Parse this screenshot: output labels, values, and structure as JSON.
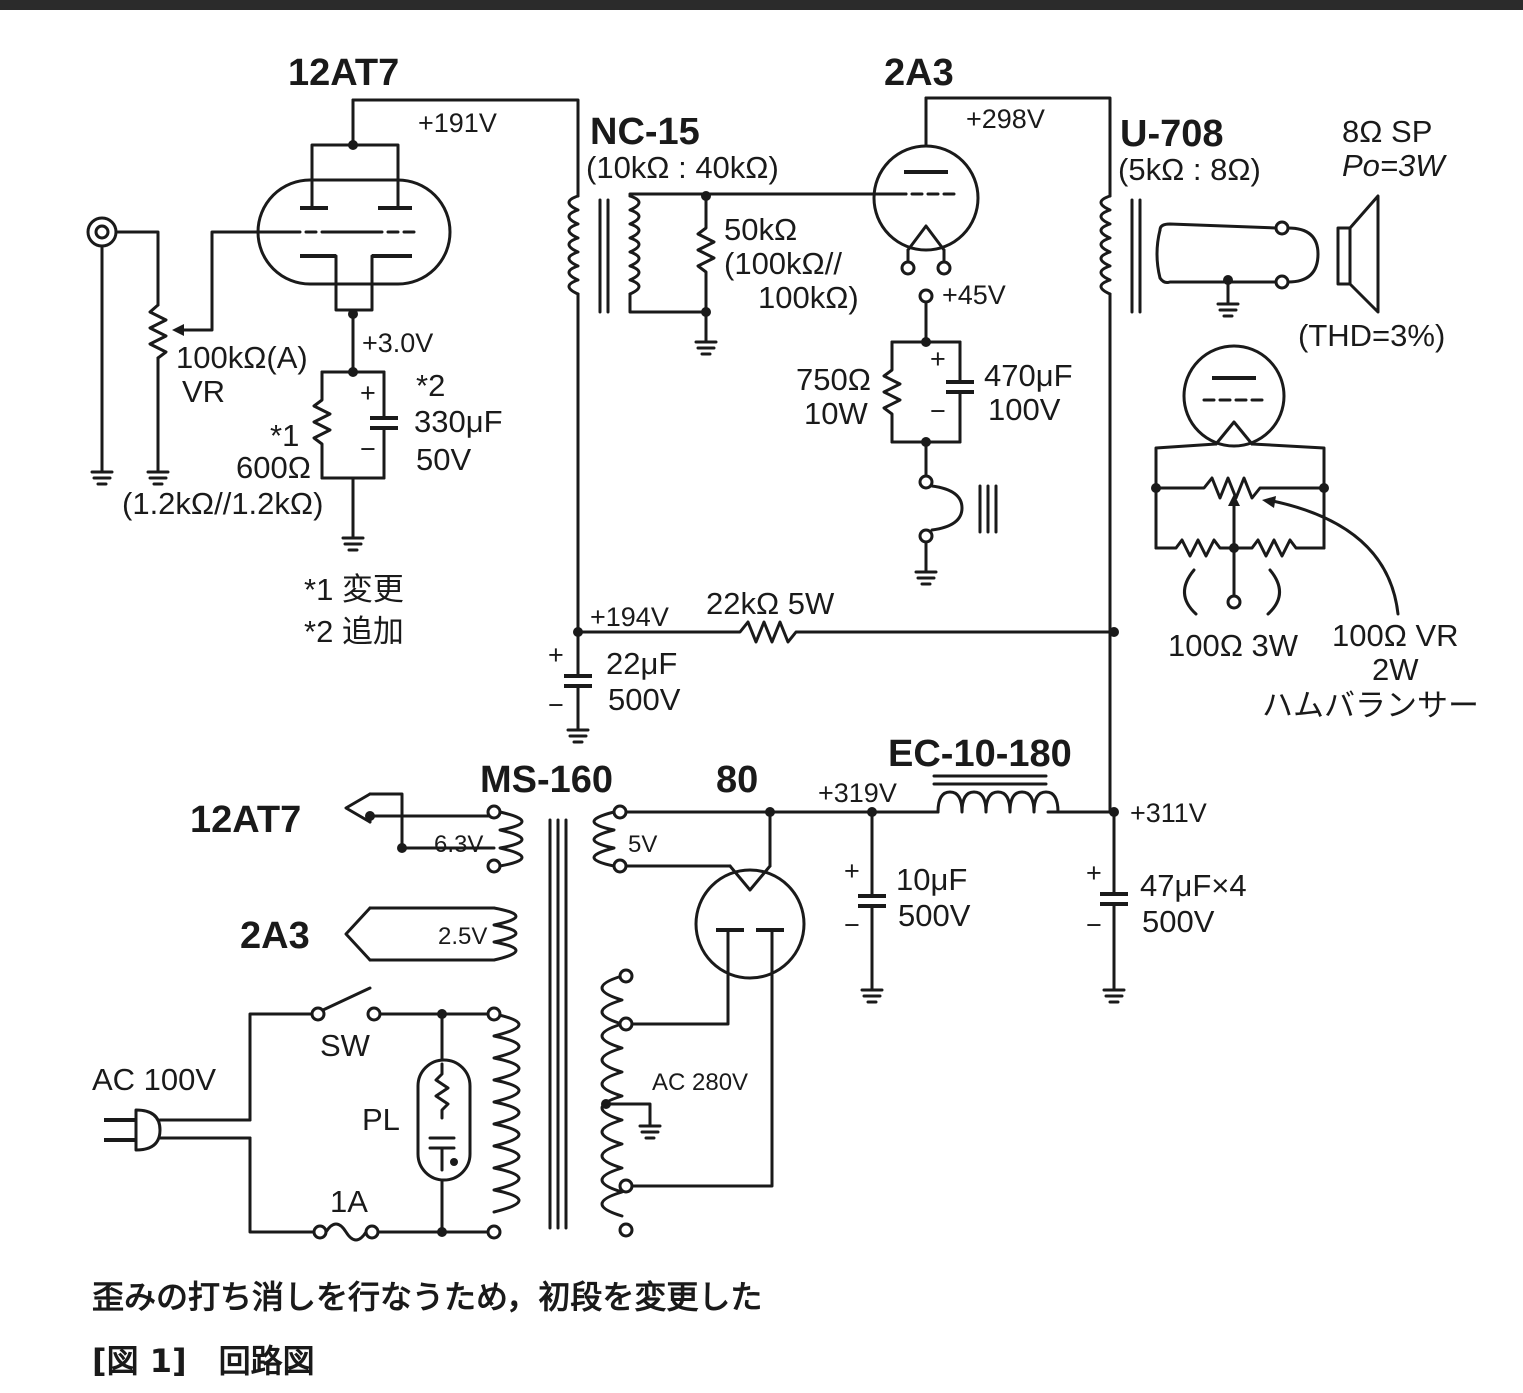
{
  "tubes": {
    "pre": "12AT7",
    "out": "2A3",
    "rect": "80",
    "heater_12at7": "12AT7",
    "heater_2a3": "2A3"
  },
  "voltages": {
    "v191": "+191V",
    "v298": "+298V",
    "v30": "+3.0V",
    "v45": "+45V",
    "v194": "+194V",
    "v319": "+319V",
    "v311": "+311V"
  },
  "transformers": {
    "interstage_name": "NC-15",
    "interstage_ratio": "(10kΩ : 40kΩ)",
    "output_name": "U-708",
    "output_ratio": "(5kΩ : 8Ω)",
    "power_name": "MS-160",
    "choke_name": "EC-10-180"
  },
  "speaker": {
    "label": "8Ω SP",
    "power": "Po=3W",
    "thd": "(THD=3%)"
  },
  "components": {
    "r50k": "50kΩ",
    "r50k_note1": "(100kΩ//",
    "r50k_note2": "100kΩ)",
    "vr_value": "100kΩ(A)",
    "vr_label": "VR",
    "r600_mark": "*1",
    "r600_value": "600Ω",
    "r600_note": "(1.2kΩ//1.2kΩ)",
    "c330_mark": "*2",
    "c330_value": "330μF",
    "c330_volt": "50V",
    "r750_value": "750Ω",
    "r750_watt": "10W",
    "c470_value": "470μF",
    "c470_volt": "100V",
    "r22k": "22kΩ  5W",
    "c22_value": "22μF",
    "c22_volt": "500V",
    "c10_value": "10μF",
    "c10_volt": "500V",
    "c47_value": "47μF×4",
    "c47_volt": "500V",
    "r100_3w": "100Ω  3W",
    "vr100": "100Ω VR",
    "vr100_watt": "2W",
    "hum_balancer": "ハムバランサー"
  },
  "notes": {
    "note1": "*1 変更",
    "note2": "*2 追加"
  },
  "windings": {
    "w63": "6.3V",
    "w5": "5V",
    "w25": "2.5V",
    "ac280": "AC 280V"
  },
  "mains": {
    "ac": "AC  100V",
    "sw": "SW",
    "pl": "PL",
    "fuse": "1A"
  },
  "caption": {
    "subtitle": "歪みの打ち消しを行なうため，初段を変更した",
    "figure": "[図 1]　回路図"
  }
}
